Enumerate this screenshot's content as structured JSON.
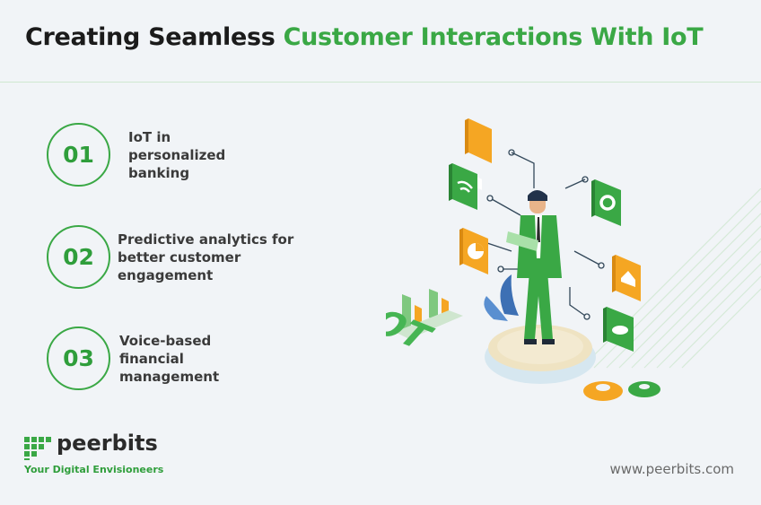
{
  "title": {
    "part1": "Creating Seamless ",
    "part2": "Customer Interactions With IoT"
  },
  "items": [
    {
      "num": "01",
      "lines": [
        "IoT in",
        "personalized",
        "banking"
      ]
    },
    {
      "num": "02",
      "lines": [
        "Predictive analytics for",
        "better customer",
        "engagement"
      ]
    },
    {
      "num": "03",
      "lines": [
        "Voice-based",
        "financial",
        "management"
      ]
    }
  ],
  "illustration": {
    "label": "IOT"
  },
  "brand": {
    "name": "peerbits",
    "tagline": "Your Digital Envisioneers"
  },
  "website": "www.peerbits.com",
  "colors": {
    "accent": "#3aa845",
    "orange": "#f5a623",
    "text": "#1b1b1b"
  }
}
